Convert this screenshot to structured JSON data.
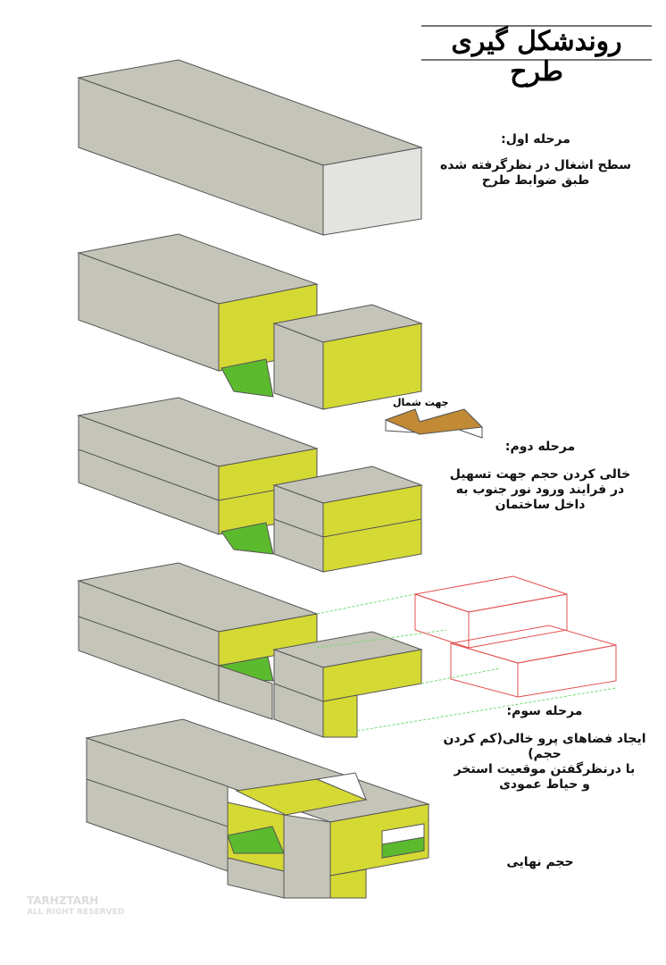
{
  "title": "روندشکل گیری طرح",
  "colors": {
    "mass": "#c5c4b9",
    "end": "#e3e3df",
    "void": "#d5d934",
    "ground": "#5cba2e",
    "north": "#c28a35",
    "removed": "#e35050",
    "guide": "#6ddc6d"
  },
  "stages": [
    {
      "heading": "مرحله اول:",
      "lines": [
        "سطح اشغال در نظرگرفته شده",
        "طبق ضوابط طرح"
      ]
    },
    {
      "heading": "مرحله دوم:",
      "lines": [
        "خالی کردن حجم جهت تسهیل",
        "در فرایند ورود نور جنوب به",
        "داخل ساختمان"
      ]
    },
    {
      "heading": "مرحله سوم:",
      "lines": [
        "ایجاد فضاهای پرو خالی(کم کردن حجم)",
        "با درنظرگفتن موقعیت استخر",
        "و حیاط عمودی"
      ]
    },
    {
      "heading": "حجم نهایی",
      "lines": []
    }
  ],
  "north_label": "جهت شمال",
  "watermark": {
    "brand": "TARHZTARH",
    "sub": "ALL RIGHT RESERVED"
  }
}
